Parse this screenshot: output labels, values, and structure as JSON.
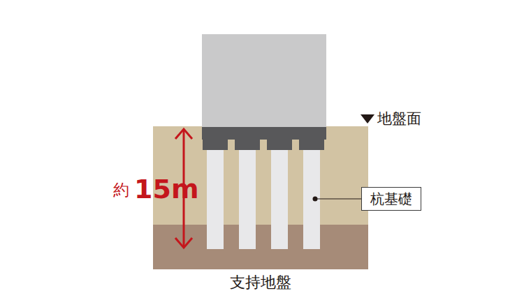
{
  "diagram": {
    "nodes": [
      {
        "text": [
          "杭基礎"
        ]
      }
    ],
    "labels": [
      "地盤面",
      "約",
      "15m",
      "支持地盤"
    ]
  }
}
